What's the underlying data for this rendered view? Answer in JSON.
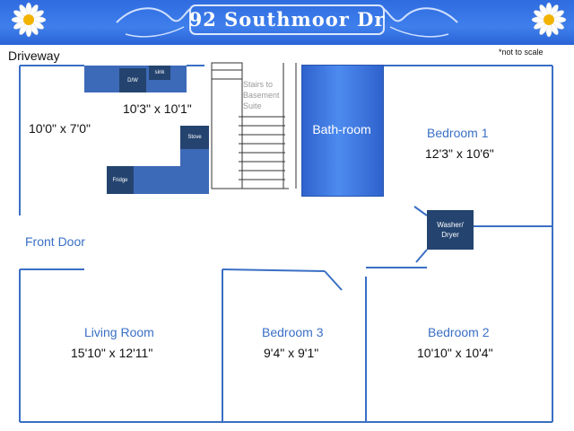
{
  "title": "92 Southmoor Dr",
  "note": "*not to scale",
  "labels": {
    "driveway": "Driveway",
    "front_door": "Front Door",
    "stairs": "Stairs to Basement Suite",
    "bathroom": "Bath-room",
    "washer_dryer": "Washer/ Dryer"
  },
  "appliances": {
    "dishwasher": "D/W",
    "sink": "sink",
    "stove": "Stove",
    "fridge": "Fridge"
  },
  "rooms": {
    "kitchen": {
      "dimensions": "10'3\" x 10'1\""
    },
    "entry": {
      "dimensions": "10'0\" x 7'0\""
    },
    "bedroom1": {
      "name": "Bedroom 1",
      "dimensions": "12'3\" x 10'6\""
    },
    "living_room": {
      "name": "Living Room",
      "dimensions": "15'10\" x 12'11\""
    },
    "bedroom3": {
      "name": "Bedroom 3",
      "dimensions": "9'4\" x 9'1\""
    },
    "bedroom2": {
      "name": "Bedroom 2",
      "dimensions": "10'10\" x 10'4\""
    }
  },
  "colors": {
    "banner": "#3a78e8",
    "walls": "#3a6fc4",
    "appliance": "#24446f",
    "counter": "#3d6ab8"
  },
  "icons": [
    "daisy-icon",
    "daisy-icon"
  ]
}
